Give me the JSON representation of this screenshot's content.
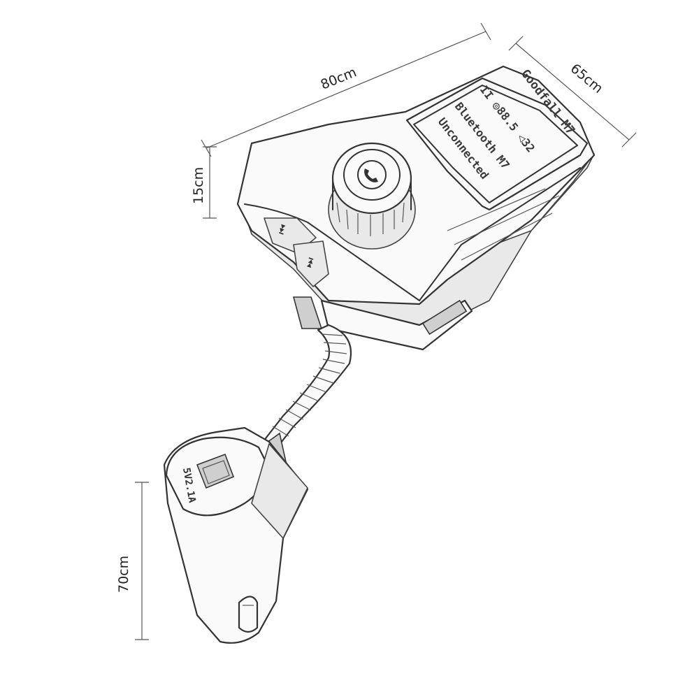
{
  "dimensions": {
    "top_length": "80cm",
    "right_depth": "65cm",
    "left_height": "15cm",
    "plug_height": "70cm"
  },
  "display": {
    "brand": "Goodfall M7",
    "line1": "II ◎88.5  ◁32",
    "line2": "Bluetooth  M7",
    "line3": "Unconnected"
  },
  "plug": {
    "usb_label": "5V2.1A"
  },
  "colors": {
    "outline": "#333333",
    "background": "#ffffff"
  }
}
